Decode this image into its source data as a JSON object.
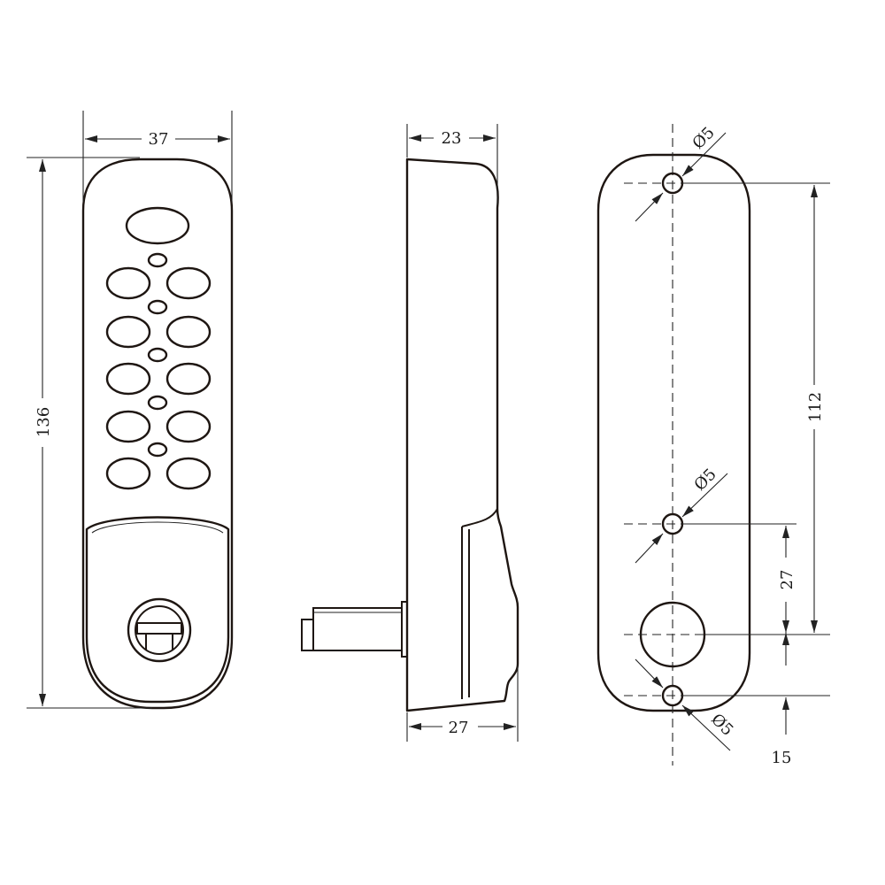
{
  "front_view": {
    "width_label": "37",
    "height_label": "136"
  },
  "side_view": {
    "depth_top_label": "23",
    "depth_bottom_label": "27"
  },
  "rear_view": {
    "hole_labels": [
      "Ø5",
      "Ø5",
      "Ø5"
    ],
    "spacing_label": "112",
    "spindle_offset_label": "27",
    "bottom_offset_label": "15"
  },
  "colors": {
    "outline": "#1e1612",
    "dimension": "#222222",
    "background": "#ffffff"
  }
}
